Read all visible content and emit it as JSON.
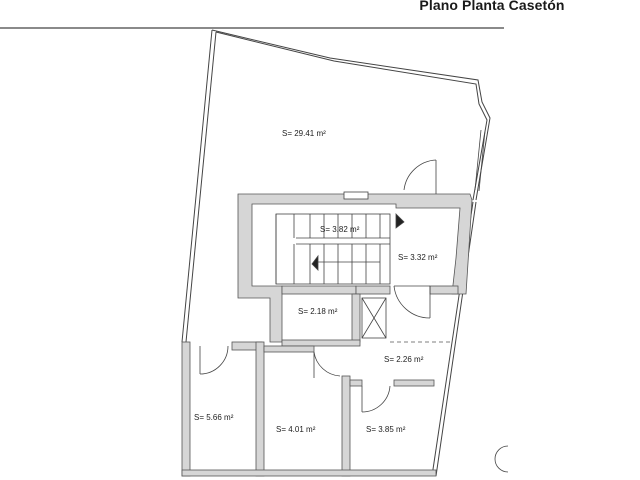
{
  "header": {
    "title": "Plano Planta Casetón"
  },
  "rooms": [
    {
      "id": "room-main",
      "area": "S= 29.41 m²"
    },
    {
      "id": "room-stairs",
      "area": "S= 3.82 m²"
    },
    {
      "id": "room-landing",
      "area": "S= 3.32 m²"
    },
    {
      "id": "room-small",
      "area": "S= 2.18 m²"
    },
    {
      "id": "room-corridor",
      "area": "S= 2.26 m²"
    },
    {
      "id": "room-storage-1",
      "area": "S= 5.66 m²"
    },
    {
      "id": "room-storage-2",
      "area": "S= 4.01 m²"
    },
    {
      "id": "room-storage-3",
      "area": "S= 3.85 m²"
    }
  ]
}
